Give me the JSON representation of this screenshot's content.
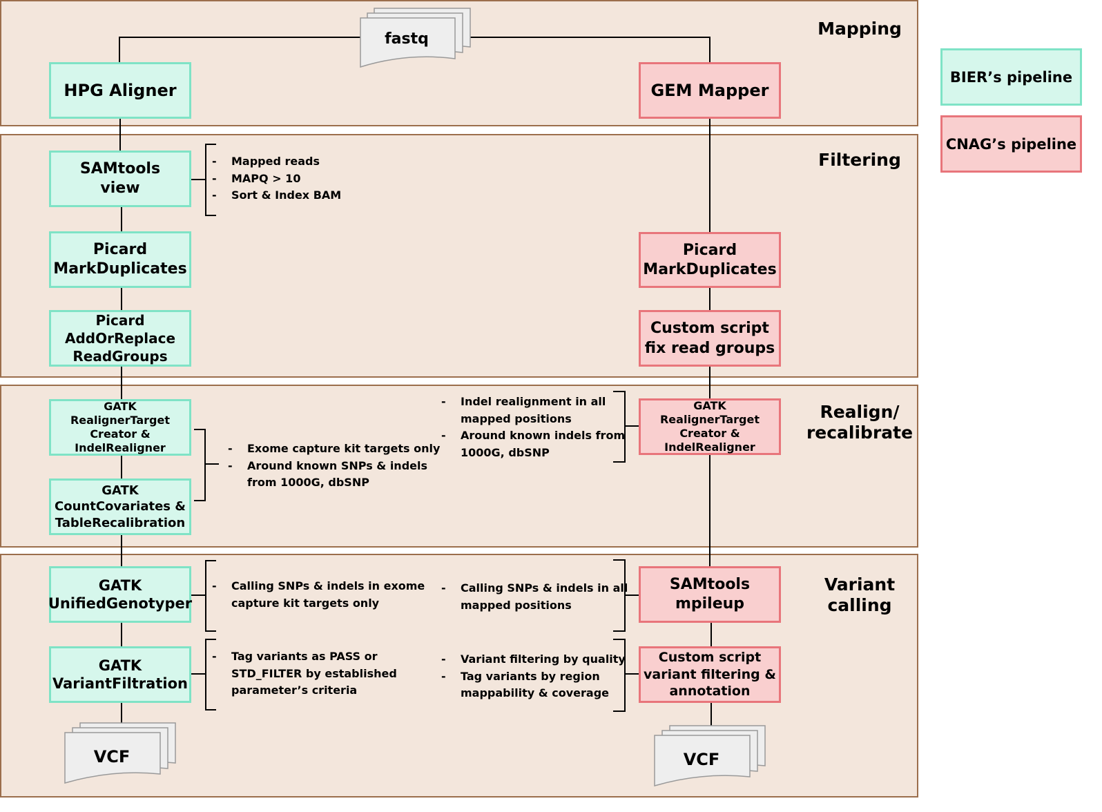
{
  "sections": {
    "mapping": "Mapping",
    "filtering": "Filtering",
    "realign": "Realign/\nrecalibrate",
    "variant_calling": "Variant\ncalling"
  },
  "legend": {
    "bier": "BIER’s pipeline",
    "cnag": "CNAG’s pipeline"
  },
  "colors": {
    "bier_fill": "#d6f7ec",
    "bier_border": "#7fe3c6",
    "cnag_fill": "#f9cfcf",
    "cnag_border": "#e8757b",
    "band_fill": "#f3e6dc",
    "band_border": "#9b6e4c"
  },
  "input": {
    "label": "fastq"
  },
  "bier": {
    "aligner": "HPG Aligner",
    "samtools_view": "SAMtools\nview",
    "markdup": "Picard\nMarkDuplicates",
    "readgroups": "Picard\nAddOrReplace\nReadGroups",
    "realigner": "GATK\nRealignerTarget\nCreator &\nIndelRealigner",
    "recal": "GATK\nCountCovariates &\nTableRecalibration",
    "genotyper": "GATK\nUnifiedGenotyper",
    "filtration": "GATK\nVariantFiltration",
    "output": "VCF"
  },
  "cnag": {
    "mapper": "GEM Mapper",
    "markdup": "Picard\nMarkDuplicates",
    "fix_rg": "Custom script\nfix read groups",
    "realigner": "GATK\nRealignerTarget\nCreator &\nIndelRealigner",
    "mpileup": "SAMtools\nmpileup",
    "filter_annot": "Custom script\nvariant filtering &\nannotation",
    "output": "VCF"
  },
  "notes": {
    "samtools": [
      "Mapped reads",
      "MAPQ > 10",
      "Sort & Index BAM"
    ],
    "bier_realign": [
      "Exome capture kit targets only",
      "Around known SNPs & indels\nfrom 1000G, dbSNP"
    ],
    "cnag_realign": [
      "Indel realignment in all\nmapped positions",
      "Around known indels from\n1000G, dbSNP"
    ],
    "bier_calling": [
      "Calling SNPs & indels in exome\ncapture kit targets only"
    ],
    "cnag_calling": [
      "Calling SNPs & indels in all\nmapped positions"
    ],
    "bier_filter": [
      "Tag variants as PASS or\nSTD_FILTER by established\nparameter’s criteria"
    ],
    "cnag_filter": [
      "Variant filtering by quality",
      "Tag variants by region\nmappability & coverage"
    ]
  }
}
